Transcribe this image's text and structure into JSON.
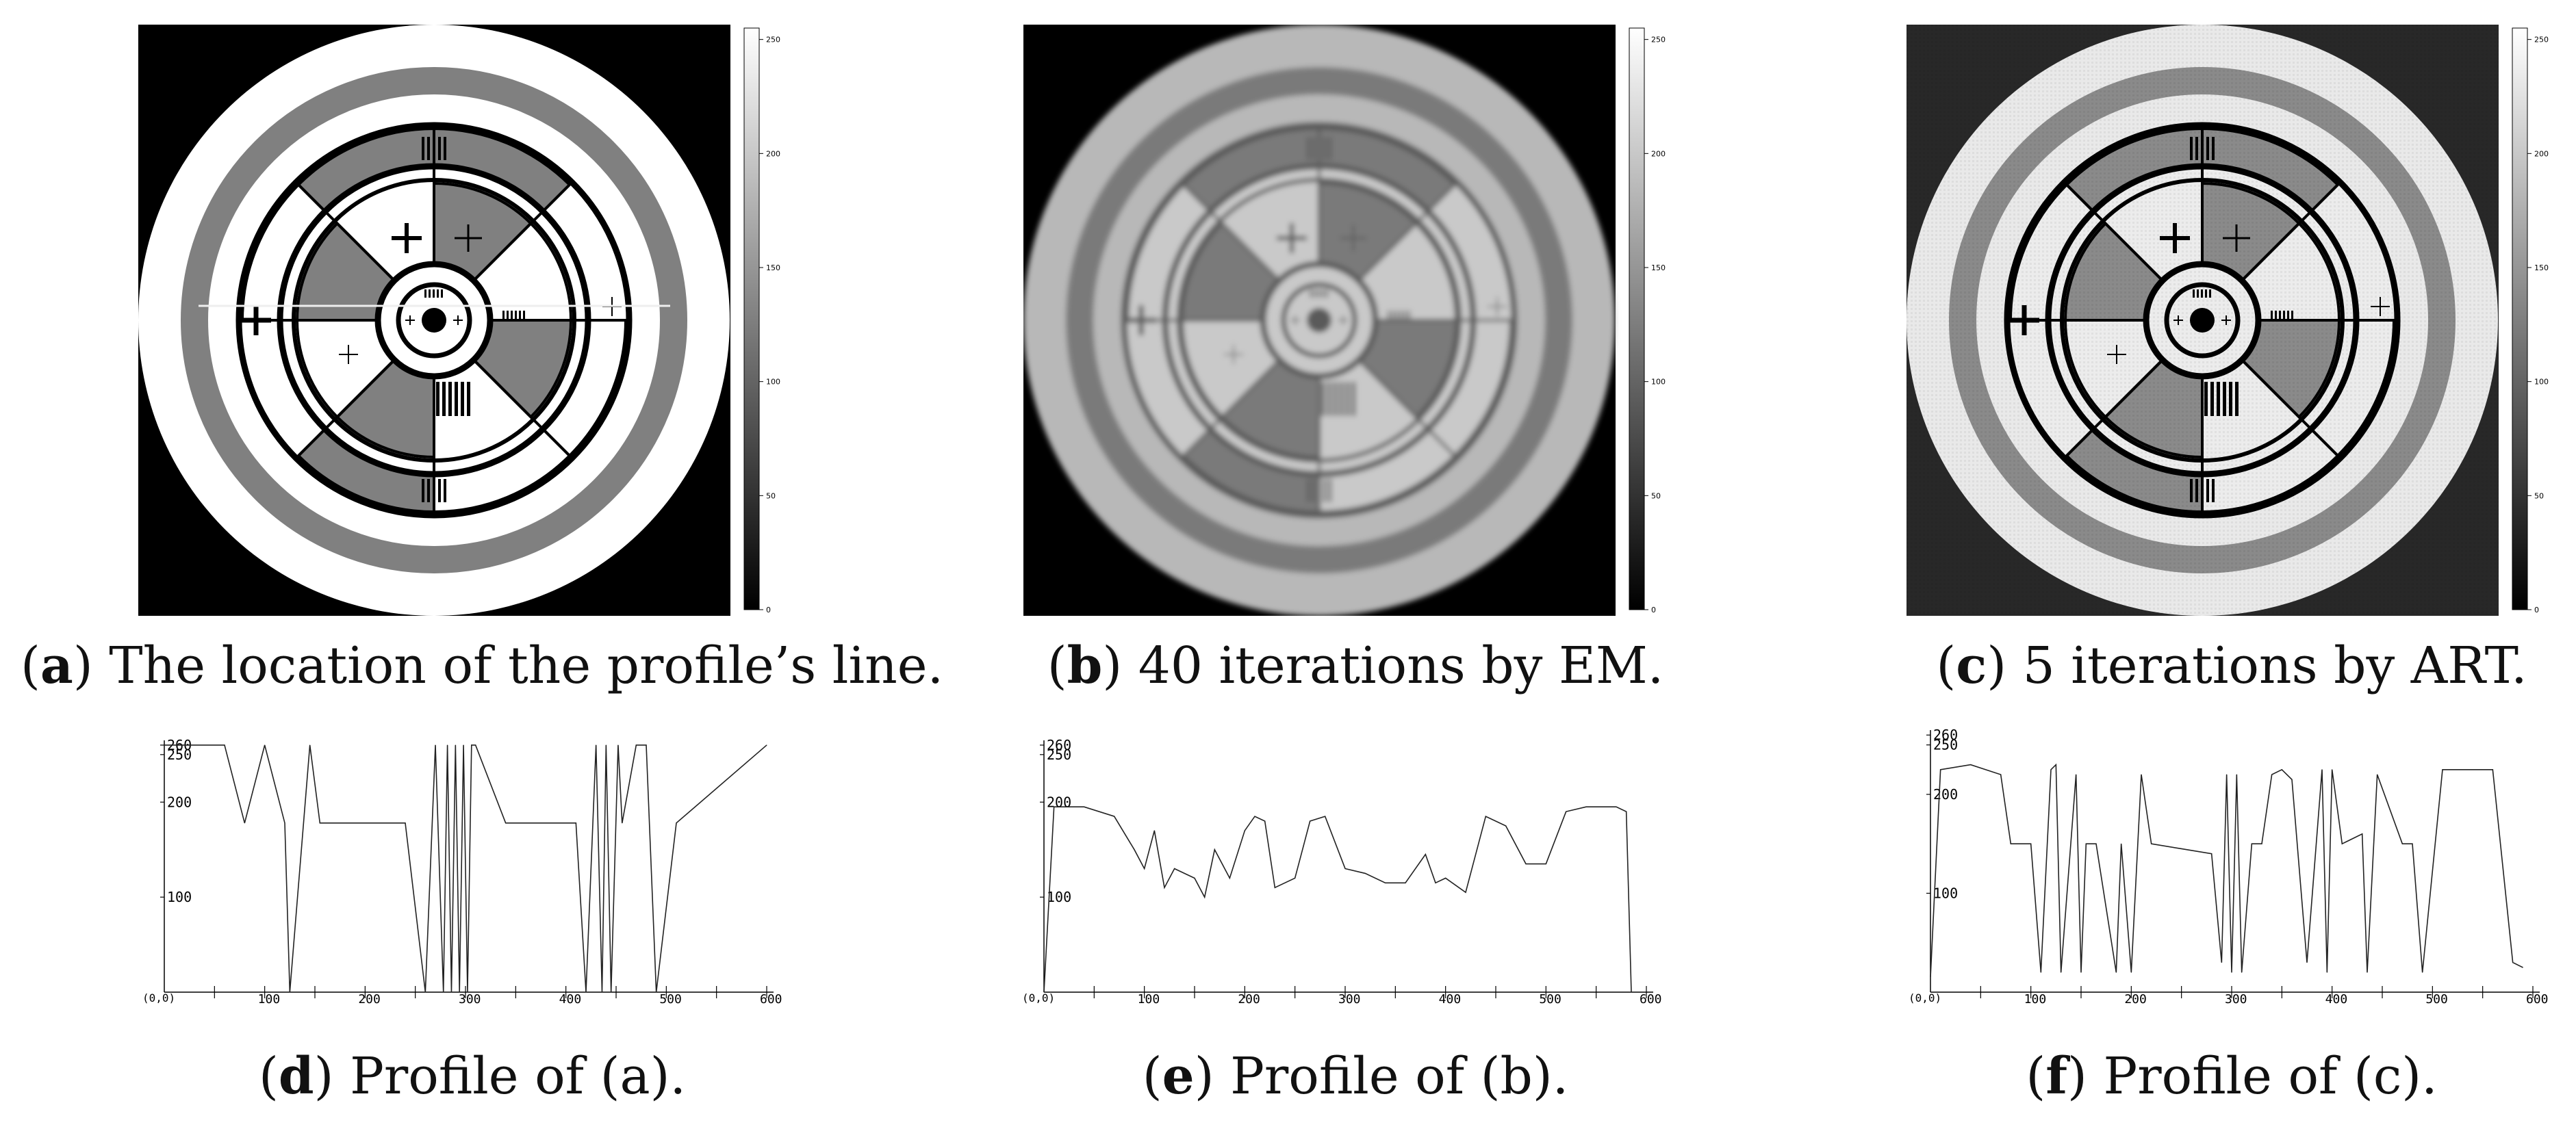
{
  "figures": [
    {
      "id": "a",
      "letter": "a",
      "caption": "The location of the profile’s line.",
      "background": "#000000",
      "center": "#ffffff",
      "gray": "#808080",
      "light": "#ffffff",
      "style": "sharp"
    },
    {
      "id": "b",
      "letter": "b",
      "caption": "40 iterations by EM.",
      "background": "#000000",
      "center": "#b8b8b8",
      "gray": "#7a7a7a",
      "light": "#c9c9c9",
      "style": "blur"
    },
    {
      "id": "c",
      "letter": "c",
      "caption": "5 iterations by ART.",
      "background": "#282828",
      "center": "#e9e9e9",
      "gray": "#8a8a8a",
      "light": "#ececec",
      "style": "noisy"
    }
  ],
  "colorbar": {
    "ticks": [
      "250",
      "200",
      "150",
      "100",
      "50",
      "0"
    ]
  },
  "profiles": [
    {
      "id": "d",
      "letter": "d",
      "caption": "Profile of (a)."
    },
    {
      "id": "e",
      "letter": "e",
      "caption": "Profile of (b)."
    },
    {
      "id": "f",
      "letter": "f",
      "caption": "Profile of (c)."
    }
  ],
  "profile_axes": {
    "origin_label": "(0,0)",
    "x_ticks": [
      "100",
      "200",
      "300",
      "400",
      "500",
      "600"
    ],
    "y_ticks": [
      "100",
      "200",
      "250",
      "260"
    ]
  },
  "chart_data": [
    {
      "type": "line",
      "id": "d",
      "x": [
        0,
        60,
        80,
        100,
        120,
        125,
        145,
        155,
        185,
        230,
        240,
        260,
        270,
        278,
        282,
        286,
        290,
        294,
        298,
        302,
        306,
        310,
        340,
        380,
        410,
        420,
        430,
        436,
        440,
        445,
        452,
        456,
        470,
        480,
        490,
        510,
        600
      ],
      "y": [
        260,
        260,
        178,
        260,
        178,
        0,
        260,
        178,
        178,
        178,
        178,
        0,
        260,
        0,
        260,
        0,
        260,
        0,
        260,
        0,
        260,
        260,
        178,
        178,
        178,
        0,
        260,
        0,
        260,
        0,
        260,
        178,
        260,
        260,
        0,
        178,
        260
      ],
      "xlim": [
        0,
        600
      ],
      "ylim": [
        0,
        265
      ]
    },
    {
      "type": "line",
      "id": "e",
      "x": [
        0,
        10,
        40,
        70,
        90,
        100,
        110,
        120,
        130,
        150,
        160,
        170,
        185,
        200,
        210,
        220,
        230,
        250,
        265,
        280,
        300,
        320,
        340,
        360,
        380,
        390,
        400,
        420,
        440,
        460,
        480,
        500,
        520,
        540,
        570,
        580,
        585
      ],
      "y": [
        0,
        195,
        195,
        185,
        150,
        130,
        170,
        110,
        130,
        120,
        100,
        150,
        120,
        170,
        185,
        180,
        110,
        120,
        180,
        185,
        130,
        125,
        115,
        115,
        145,
        115,
        120,
        105,
        185,
        175,
        135,
        135,
        190,
        195,
        195,
        190,
        0
      ],
      "xlim": [
        0,
        600
      ],
      "ylim": [
        0,
        265
      ]
    },
    {
      "type": "line",
      "id": "f",
      "x": [
        0,
        10,
        40,
        70,
        80,
        100,
        110,
        120,
        125,
        130,
        145,
        150,
        155,
        165,
        185,
        190,
        200,
        210,
        220,
        250,
        280,
        290,
        295,
        300,
        305,
        310,
        320,
        330,
        340,
        350,
        360,
        375,
        390,
        395,
        400,
        410,
        430,
        435,
        445,
        470,
        480,
        490,
        510,
        560,
        580,
        590
      ],
      "y": [
        15,
        225,
        230,
        220,
        150,
        150,
        20,
        225,
        230,
        20,
        220,
        20,
        150,
        150,
        20,
        150,
        20,
        220,
        150,
        145,
        140,
        30,
        220,
        20,
        220,
        20,
        150,
        150,
        220,
        225,
        215,
        30,
        225,
        20,
        225,
        150,
        160,
        20,
        220,
        150,
        150,
        20,
        225,
        225,
        30,
        25
      ],
      "xlim": [
        0,
        600
      ],
      "ylim": [
        0,
        265
      ]
    }
  ]
}
